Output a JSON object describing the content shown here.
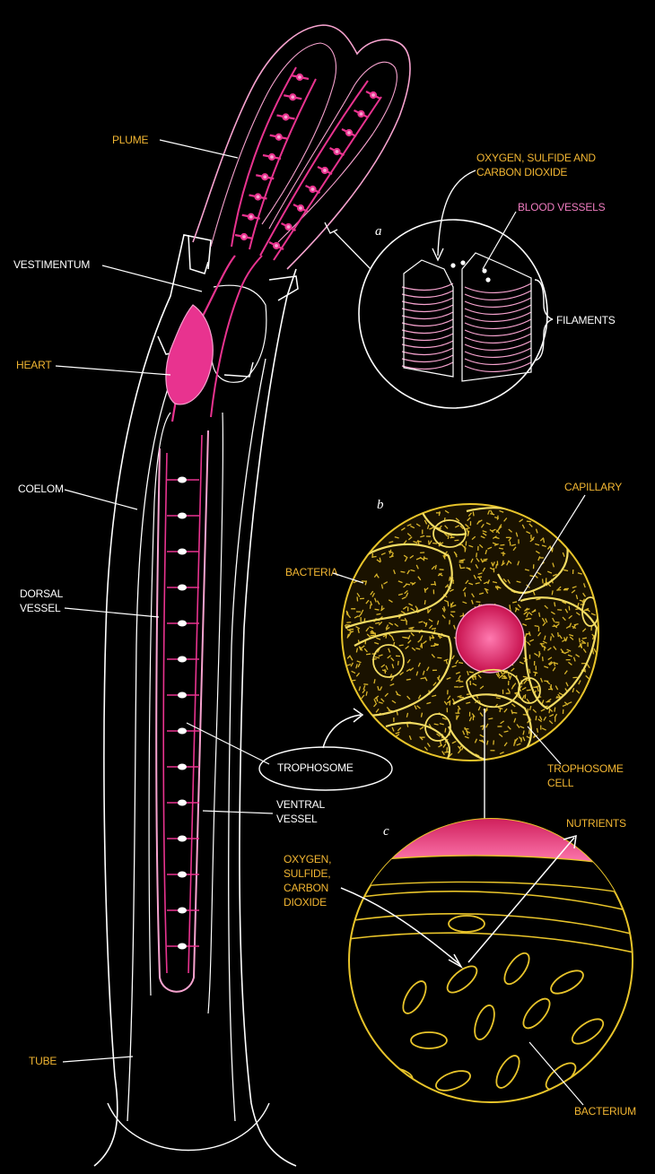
{
  "colors": {
    "background": "#000000",
    "outline_white": "#ffffff",
    "vessel_pink": "#e8338f",
    "vessel_light": "#f7a3cf",
    "label_yellow": "#f2b632",
    "cell_yellow": "#e8c42a",
    "label_pink": "#f07cc0"
  },
  "labels": {
    "plume": "PLUME",
    "vestimentum": "VESTIMENTUM",
    "heart": "HEART",
    "coelom": "COELOM",
    "dorsal_vessel_1": "DORSAL",
    "dorsal_vessel_2": "VESSEL",
    "trophosome": "TROPHOSOME",
    "ventral_vessel_1": "VENTRAL",
    "ventral_vessel_2": "VESSEL",
    "tube": "TUBE"
  },
  "inset_a": {
    "letter": "a",
    "gas_1": "OXYGEN, SULFIDE AND",
    "gas_2": "CARBON DIOXIDE",
    "blood_vessels": "BLOOD VESSELS",
    "filaments": "FILAMENTS"
  },
  "inset_b": {
    "letter": "b",
    "capillary": "CAPILLARY",
    "bacteria": "BACTERIA",
    "troph_cell_1": "TROPHOSOME",
    "troph_cell_2": "CELL"
  },
  "inset_c": {
    "letter": "c",
    "nutrients": "NUTRIENTS",
    "gas_1": "OXYGEN,",
    "gas_2": "SULFIDE,",
    "gas_3": "CARBON",
    "gas_4": "DIOXIDE",
    "bacterium": "BACTERIUM"
  }
}
